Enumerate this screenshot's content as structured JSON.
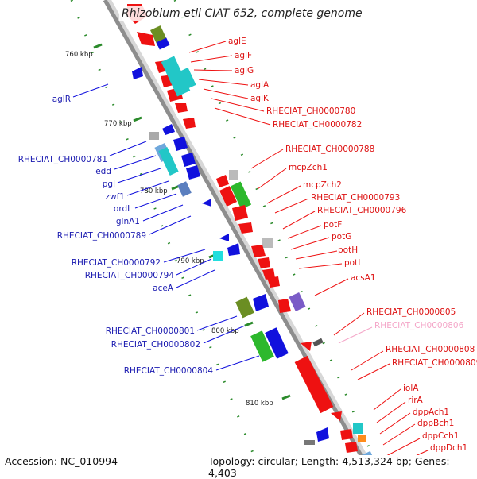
{
  "title": "Rhizobium etli CIAT 652, complete genome",
  "footer": {
    "accession": "Accession: NC_010994",
    "summary": "Topology: circular; Length: 4,513,324 bp; Genes: 4,403"
  },
  "colors": {
    "forward": "#ee1111",
    "reverse": "#1111dd",
    "label_forward": "#dd1111",
    "label_reverse": "#1a1ab0",
    "label_faded": "#f4a6c8",
    "backbone": "#999999",
    "tick": "#2a8a2a"
  },
  "ruler": [
    "760 kbp",
    "770 kbp",
    "780 kbp",
    "790 kbp",
    "800 kbp",
    "810 kbp"
  ],
  "labels_forward": [
    "aglE",
    "aglF",
    "aglG",
    "aglA",
    "aglK",
    "RHECIAT_CH0000780",
    "RHECIAT_CH0000782",
    "RHECIAT_CH0000788",
    "mcpZch1",
    "mcpZch2",
    "RHECIAT_CH0000793",
    "RHECIAT_CH0000796",
    "potF",
    "potG",
    "potH",
    "potI",
    "acsA1",
    "RHECIAT_CH0000805",
    "RHECIAT_CH0000806",
    "RHECIAT_CH0000808",
    "RHECIAT_CH0000809",
    "iolA",
    "rirA",
    "dppAch1",
    "dppBch1",
    "dppCch1",
    "dppDch1"
  ],
  "labels_reverse": [
    "aglR",
    "RHECIAT_CH0000781",
    "edd",
    "pgl",
    "zwf1",
    "ordL",
    "glnA1",
    "RHECIAT_CH0000789",
    "RHECIAT_CH0000792",
    "RHECIAT_CH0000794",
    "aceA",
    "RHECIAT_CH0000801",
    "RHECIAT_CH0000802",
    "RHECIAT_CH0000804"
  ]
}
